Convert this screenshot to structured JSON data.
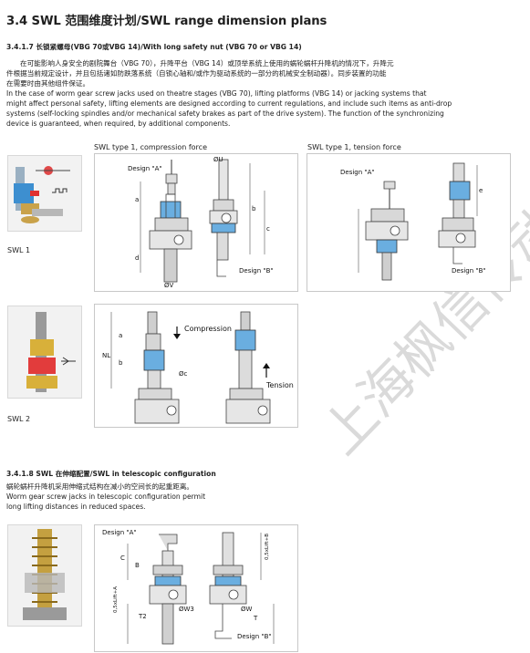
{
  "section_title": "3.4 SWL 范围维度计划/SWL range dimension plans",
  "s1": {
    "heading": "3.4.1.7 长锁紧螺母(VBG 70或VBG 14)/With long safety nut (VBG 70 or VBG 14)",
    "cn_line1": "在可能影响人身安全的剧院舞台（VBG 70），升降平台（VBG 14）或顶举系统上使用的蜗轮蜗杆升降机的情况下，升降元",
    "cn_line2": "件根据当前规定设计，并且包括诸如防跌落系统（自锁心轴和/或作为驱动系统的一部分的机械安全制动器）。同步装置的功能",
    "cn_line3": "在需要时由其他组件保证。",
    "en_line1": "In the case of worm gear screw jacks used on theatre stages (VBG 70), lifting platforms (VBG 14) or jacking systems that",
    "en_line2": "might affect personal safety, lifting elements are designed according to current regulations, and include such items as anti-drop",
    "en_line3": "systems (self-locking spindles and/or mechanical safety brakes as part of the drive system). The function of the synchronizing",
    "en_line4": "device is guaranteed, when required, by additional components."
  },
  "swl1": {
    "label": "SWL 1",
    "caption_comp": "SWL type 1, compression force",
    "caption_tens": "SWL type 1, tension force",
    "design_a": "Design \"A\"",
    "design_b": "Design \"B\"",
    "design_a2": "Design \"A\"",
    "design_b2": "Design \"B\"",
    "dim_a": "a",
    "dim_b": "b",
    "dim_c": "c",
    "dim_d": "d",
    "dim_e": "e",
    "dim_ou": "ØU",
    "dim_ov": "ØV"
  },
  "swl2": {
    "label": "SWL 2",
    "compression": "Compression",
    "tension": "Tension",
    "nl": "NL",
    "a": "a",
    "b": "b",
    "oc": "Øc"
  },
  "s2": {
    "heading": "3.4.1.8 SWL 在伸缩配置/SWL in telescopic configuration",
    "cn_line1": "蜗轮蜗杆升降机采用伸缩式结构在减小的空间长的起重距离。",
    "en_line1": "Worm gear screw jacks in telescopic configuration permit",
    "en_line2": "long lifting distances in reduced spaces.",
    "design_a": "Design \"A\"",
    "design_b": "Design \"B\"",
    "ow3": "ØW3",
    "ow": "ØW",
    "t2": "T2",
    "t": "T",
    "c": "C",
    "b": "B",
    "hub1": "0,5xLift+A",
    "hub2": "0,5xLift+B"
  },
  "watermark": "上海枫信传动"
}
